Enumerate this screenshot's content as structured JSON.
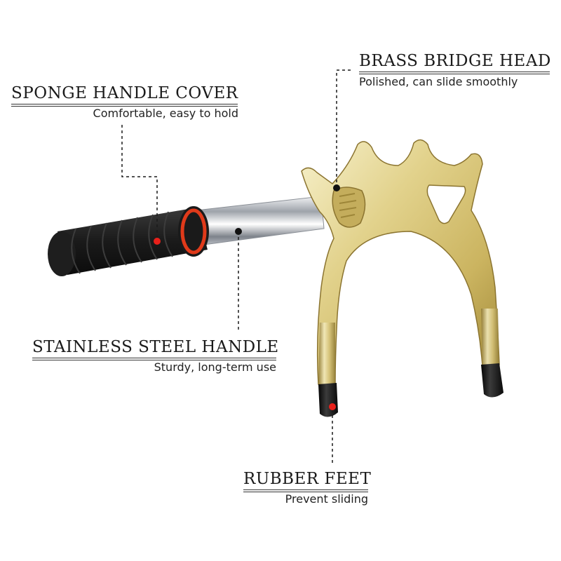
{
  "labels": {
    "sponge": {
      "title": "SPONGE HANDLE COVER",
      "desc": "Comfortable, easy to hold"
    },
    "brass": {
      "title": "BRASS BRIDGE HEAD",
      "desc": "Polished, can slide smoothly"
    },
    "steel": {
      "title": "STAINLESS STEEL HANDLE",
      "desc": "Sturdy, long-term use"
    },
    "rubber": {
      "title": "RUBBER FEET",
      "desc": "Prevent sliding"
    }
  },
  "colors": {
    "brass": "#d9c77a",
    "brass_highlight": "#f6f0c8",
    "brass_shadow": "#a8903e",
    "foam": "#1c1c1c",
    "ring": "#e03a1a",
    "steel": "#c9ccd1",
    "rubber": "#141414",
    "marker": "#e8201a"
  },
  "icons": [
    "sponge-handle",
    "steel-rod",
    "brass-head",
    "rubber-foot"
  ]
}
